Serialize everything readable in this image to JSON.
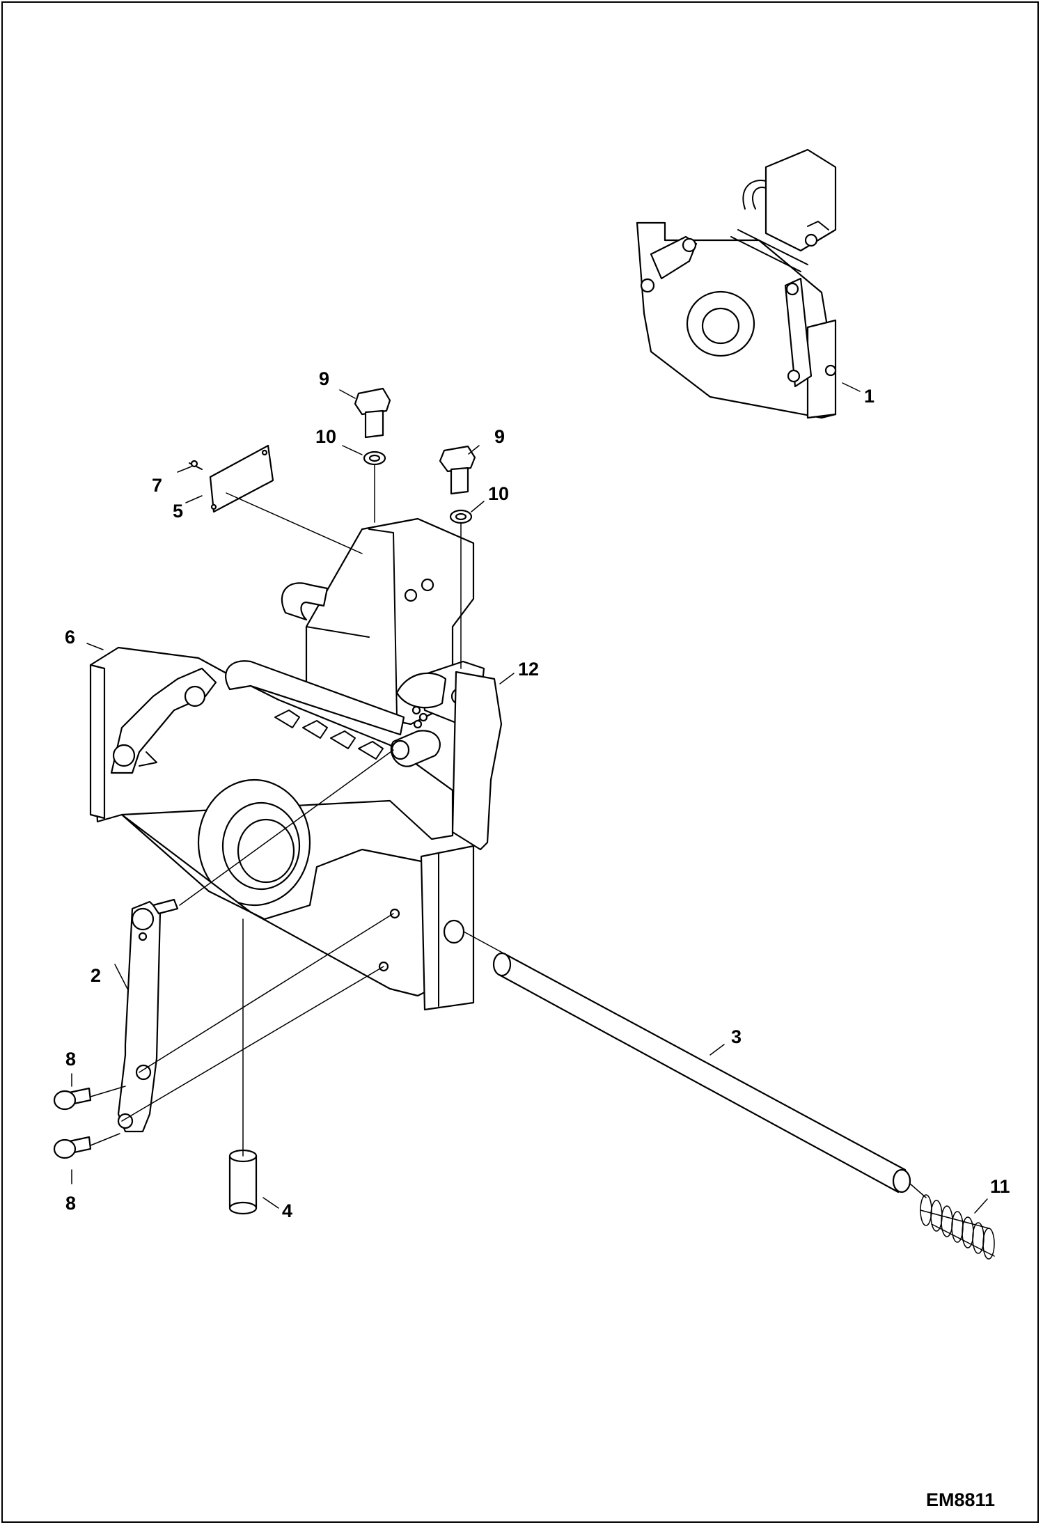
{
  "figure_id": "EM8811",
  "callouts": {
    "c1": "1",
    "c2": "2",
    "c3": "3",
    "c4": "4",
    "c5": "5",
    "c6": "6",
    "c7": "7",
    "c8a": "8",
    "c8b": "8",
    "c9a": "9",
    "c9b": "9",
    "c10a": "10",
    "c10b": "10",
    "c11": "11",
    "c12": "12"
  }
}
